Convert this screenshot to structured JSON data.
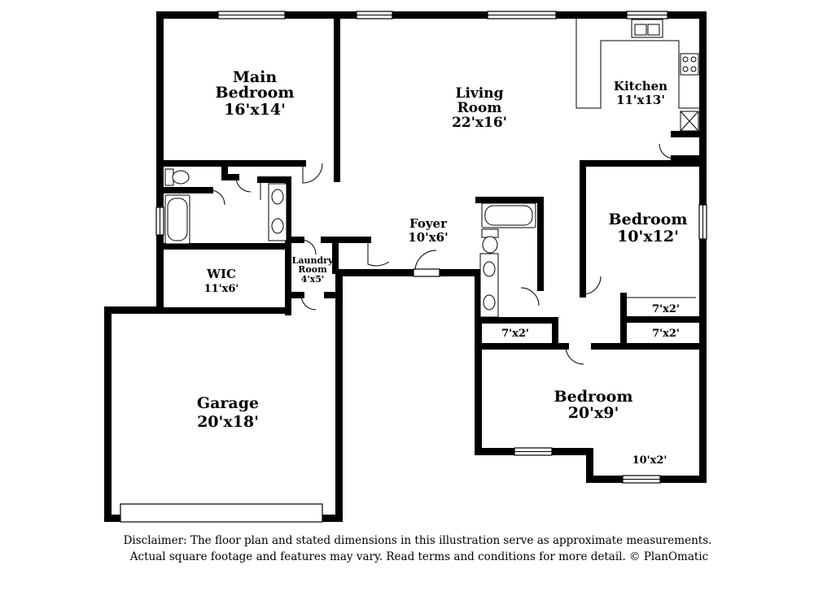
{
  "rooms": {
    "main_bedroom": {
      "name_line1": "Main",
      "name_line2": "Bedroom",
      "size": "16'x14'"
    },
    "living_room": {
      "name_line1": "Living",
      "name_line2": "Room",
      "size": "22'x16'"
    },
    "kitchen": {
      "name": "Kitchen",
      "size": "11'x13'"
    },
    "bedroom_right": {
      "name": "Bedroom",
      "size": "10'x12'"
    },
    "foyer": {
      "name": "Foyer",
      "size": "10'x6'"
    },
    "wic": {
      "name": "WIC",
      "size": "11'x6'"
    },
    "laundry_room": {
      "name_line1": "Laundry",
      "name_line2": "Room",
      "size": "4'x5'"
    },
    "garage": {
      "name": "Garage",
      "size": "20'x18'"
    },
    "bedroom_bottom": {
      "name": "Bedroom",
      "size": "20'x9'"
    },
    "closet_right_upper": {
      "size": "7'x2'"
    },
    "closet_right_lower": {
      "size": "7'x2'"
    },
    "closet_left": {
      "size": "7'x2'"
    },
    "closet_bottom": {
      "size": "10'x2'"
    }
  },
  "disclaimer": {
    "line1": "Disclaimer: The floor plan and stated dimensions in this illustration serve as approximate measurements.",
    "line2": "Actual square footage and features may vary. Read terms and conditions for more detail. © PlanOmatic"
  }
}
